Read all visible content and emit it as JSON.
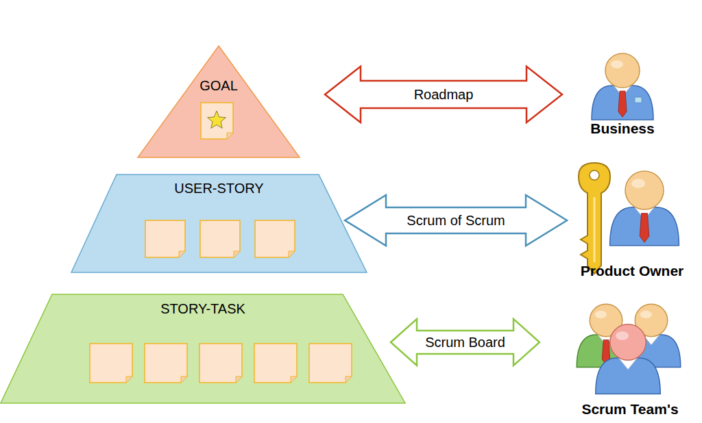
{
  "diagram": {
    "nodes": [
      {
        "text": [
          "GOAL"
        ]
      },
      {
        "text": [
          "USER-STORY"
        ]
      },
      {
        "text": [
          "STORY-TASK"
        ]
      },
      {
        "text": [
          "Business"
        ]
      },
      {
        "text": [
          "Product Owner"
        ]
      },
      {
        "text": [
          "Scrum Team's"
        ]
      }
    ],
    "edges": [
      {
        "from": 0,
        "to": 3,
        "label": "Roadmap",
        "arrow": "both"
      },
      {
        "from": 1,
        "to": 4,
        "label": "Scrum of Scrum",
        "arrow": "both"
      },
      {
        "from": 2,
        "to": 5,
        "label": "Scrum Board",
        "arrow": "both"
      }
    ]
  }
}
